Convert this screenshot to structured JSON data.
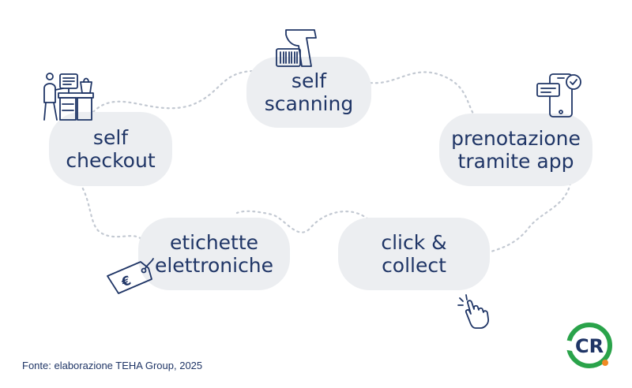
{
  "nodes": [
    {
      "id": "self-checkout",
      "lines": [
        "self",
        "checkout"
      ],
      "icon": "kiosk-checkout-icon"
    },
    {
      "id": "self-scanning",
      "lines": [
        "self",
        "scanning"
      ],
      "icon": "barcode-scanner-icon"
    },
    {
      "id": "prenotazione-app",
      "lines": [
        "prenotazione",
        "tramite app"
      ],
      "icon": "smartphone-check-icon"
    },
    {
      "id": "etichette-elettroniche",
      "lines": [
        "etichette",
        "elettroniche"
      ],
      "icon": "euro-price-tag-icon"
    },
    {
      "id": "click-collect",
      "lines": [
        "click &",
        "collect"
      ],
      "icon": "tap-hand-icon"
    }
  ],
  "source": "Fonte: elaborazione TEHA Group, 2025",
  "logo": {
    "text": "CR",
    "icon": "cr-logo-icon"
  },
  "colors": {
    "bubble": "#eceef1",
    "text": "#1f3566",
    "connector": "#c3c9d2",
    "logo_green": "#2aa34a",
    "logo_orange": "#f08a24"
  }
}
